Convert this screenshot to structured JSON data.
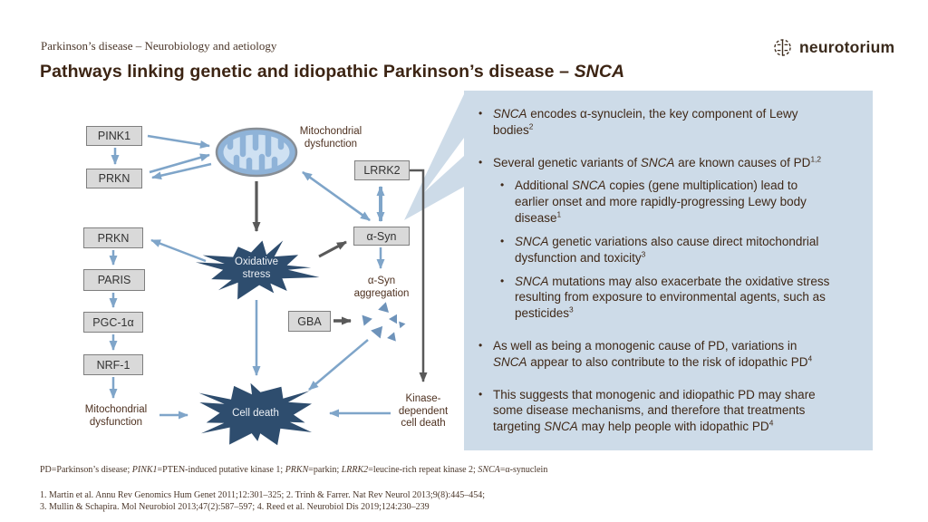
{
  "header": {
    "eyebrow": "Parkinson’s disease – Neurobiology and aetiology",
    "title": [
      {
        "t": "Pathways linking genetic and idiopathic Parkinson’s disease – "
      },
      {
        "t": "SNCA",
        "i": true
      }
    ],
    "logo_text": "neurotorium"
  },
  "diagram": {
    "boxes": {
      "pink1": "PINK1",
      "prkn_top": "PRKN",
      "prkn_mid": "PRKN",
      "paris": "PARIS",
      "pgc1a": "PGC-1α",
      "nrf1": "NRF-1",
      "lrrk2": "LRRK2",
      "asyn": "α-Syn",
      "gba": "GBA"
    },
    "labels": {
      "mito_top": "Mitochondrial\ndysfunction",
      "asyn_agg": "α-Syn\naggregation",
      "mito_bottom": "Mitochondrial\ndysfunction",
      "kinase": "Kinase-\ndependent\ncell death"
    },
    "bursts": {
      "oxidative": "Oxidative\nstress",
      "cell_death": "Cell death"
    }
  },
  "panel": {
    "bullet_char": "•",
    "bullets": [
      {
        "level": 1,
        "segments": [
          {
            "t": "SNCA",
            "i": true
          },
          {
            "t": " encodes α-synuclein, the key component of Lewy\nbodies"
          },
          {
            "t": "2",
            "s": true
          }
        ]
      },
      {
        "level": 1,
        "segments": [
          {
            "t": "Several genetic variants of "
          },
          {
            "t": "SNCA",
            "i": true
          },
          {
            "t": " are known causes of PD"
          },
          {
            "t": "1,2",
            "s": true
          }
        ]
      },
      {
        "level": 2,
        "segments": [
          {
            "t": "Additional "
          },
          {
            "t": "SNCA",
            "i": true
          },
          {
            "t": " copies (gene multiplication) lead to\nearlier onset and more rapidly-progressing Lewy body\ndisease"
          },
          {
            "t": "1",
            "s": true
          }
        ]
      },
      {
        "level": 2,
        "segments": [
          {
            "t": "SNCA",
            "i": true
          },
          {
            "t": " genetic variations also cause direct mitochondrial\ndysfunction and toxicity"
          },
          {
            "t": "3",
            "s": true
          }
        ]
      },
      {
        "level": 2,
        "segments": [
          {
            "t": "SNCA",
            "i": true
          },
          {
            "t": " mutations may also exacerbate the oxidative stress\nresulting from exposure to environmental agents, such as\npesticides"
          },
          {
            "t": "3",
            "s": true
          }
        ]
      },
      {
        "level": 1,
        "segments": [
          {
            "t": "As well as being a monogenic cause of PD, variations in\n"
          },
          {
            "t": "SNCA",
            "i": true
          },
          {
            "t": " appear to also contribute to the risk of idopathic PD"
          },
          {
            "t": "4",
            "s": true
          }
        ]
      },
      {
        "level": 1,
        "segments": [
          {
            "t": "This suggests that monogenic and idiopathic PD may share\nsome disease mechanisms, and therefore that treatments\ntargeting "
          },
          {
            "t": "SNCA",
            "i": true
          },
          {
            "t": " may help people with idopathic PD"
          },
          {
            "t": "4",
            "s": true
          }
        ]
      }
    ]
  },
  "footnote": {
    "segments": [
      {
        "t": "PD=Parkinson’s disease; "
      },
      {
        "t": "PINK1",
        "i": true
      },
      {
        "t": "=PTEN-induced putative kinase 1; "
      },
      {
        "t": "PRKN",
        "i": true
      },
      {
        "t": "=parkin; "
      },
      {
        "t": "LRRK2",
        "i": true
      },
      {
        "t": "=leucine-rich repeat kinase 2; "
      },
      {
        "t": "SNCA",
        "i": true
      },
      {
        "t": "=α-synuclein"
      }
    ]
  },
  "references": {
    "line1": "1. Martin et al. Annu Rev Genomics Hum Genet 2011;12:301–325;  2. Trinh & Farrer. Nat Rev Neurol 2013;9(8):445–454;",
    "line2": "3. Mullin & Schapira. Mol Neurobiol 2013;47(2):587–597; 4. Reed et al. Neurobiol Dis 2019;124:230–239"
  },
  "colors": {
    "accent_blue_arrow": "#7fa5c9",
    "gray_arrow": "#595959",
    "panel_blue": "#cddbe8",
    "starburst_navy": "#2e4d6e",
    "box_gray": "#d9d9d9",
    "title_brown": "#3c2413"
  }
}
